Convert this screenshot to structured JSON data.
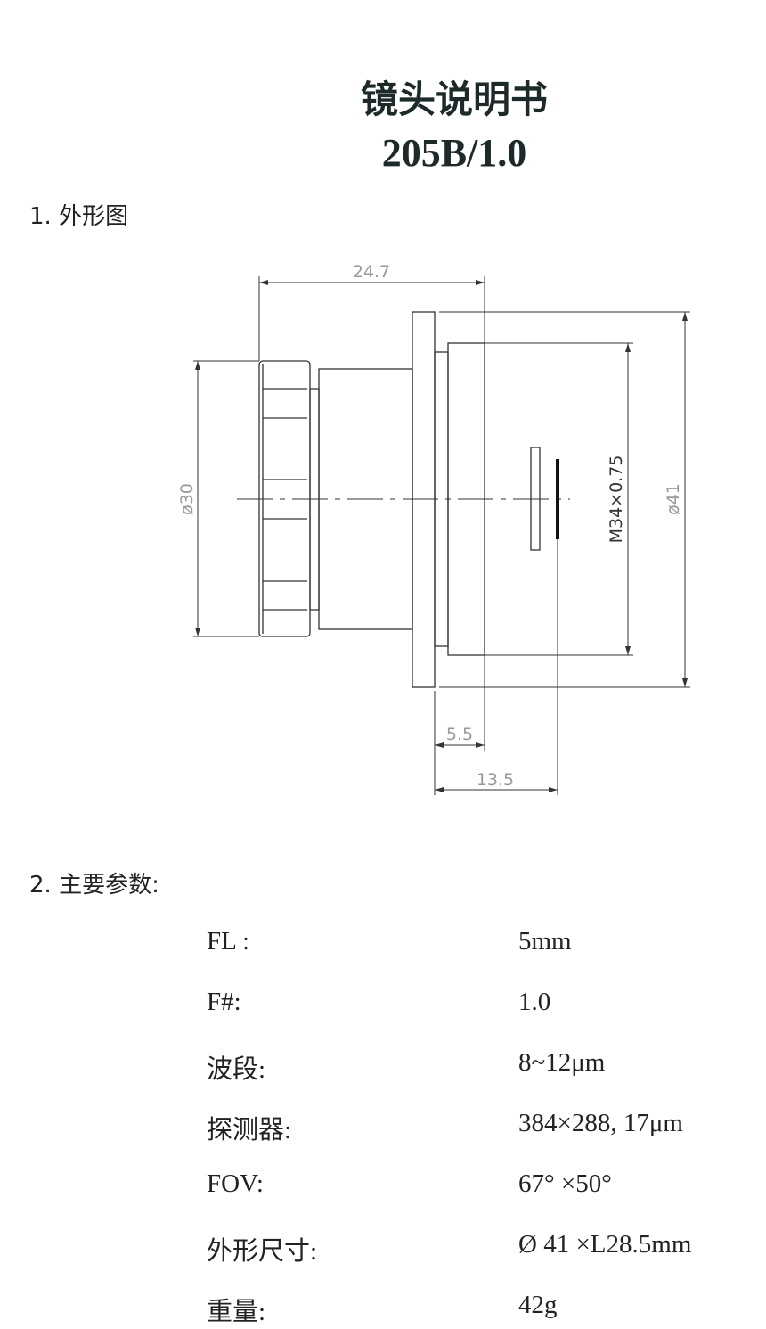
{
  "header": {
    "title": "镜头说明书",
    "model": "205B/1.0"
  },
  "sections": [
    {
      "label": "1.  外形图"
    },
    {
      "label": "2.  主要参数:"
    }
  ],
  "drawing": {
    "dimensions": {
      "overall_length": "24.7",
      "nut_diameter": "ø30",
      "flange_diameter": "ø41",
      "thread": "M34×0.75",
      "flange_offset": "5.5",
      "back_focal": "13.5"
    }
  },
  "params": [
    {
      "label": "FL :",
      "value": "5mm"
    },
    {
      "label": "F#:",
      "value": "1.0"
    },
    {
      "label": "波段:",
      "value": "8~12μm"
    },
    {
      "label": "探测器:",
      "value": "384×288, 17μm"
    },
    {
      "label": "FOV:",
      "value": "67°  ×50°"
    },
    {
      "label": "外形尺寸:",
      "value": "Ø 41 ×L28.5mm"
    },
    {
      "label": "重量:",
      "value": "42g"
    }
  ]
}
